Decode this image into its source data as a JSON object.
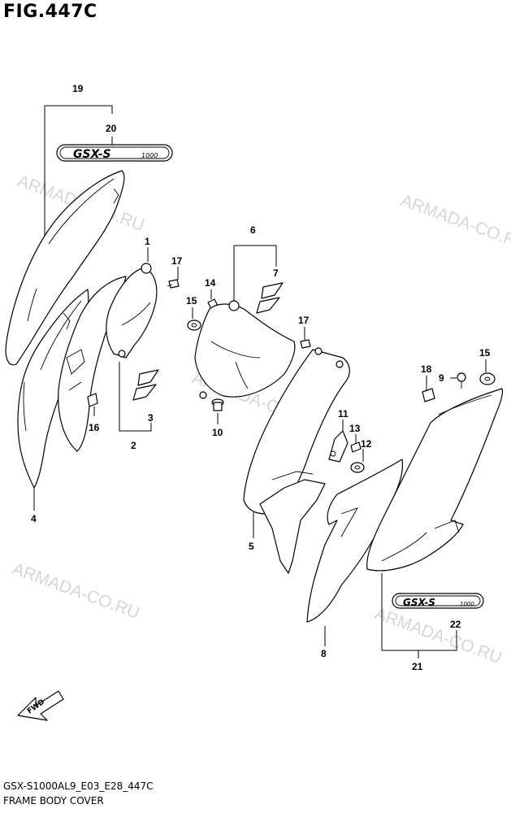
{
  "figure_title": "FIG.447C",
  "footer": {
    "model_code": "GSX-S1000AL9_E03_E28_447C",
    "section_name": "FRAME BODY COVER"
  },
  "watermark_text": "ARMADA-CO.RU",
  "fwd_label": "FWD",
  "emblem_text": "GSX-S",
  "emblem_small_text": "1000",
  "callouts": [
    "1",
    "2",
    "3",
    "4",
    "5",
    "6",
    "7",
    "8",
    "9",
    "10",
    "11",
    "12",
    "13",
    "14",
    "15",
    "15",
    "16",
    "17",
    "17",
    "18",
    "19",
    "20",
    "21",
    "22"
  ]
}
